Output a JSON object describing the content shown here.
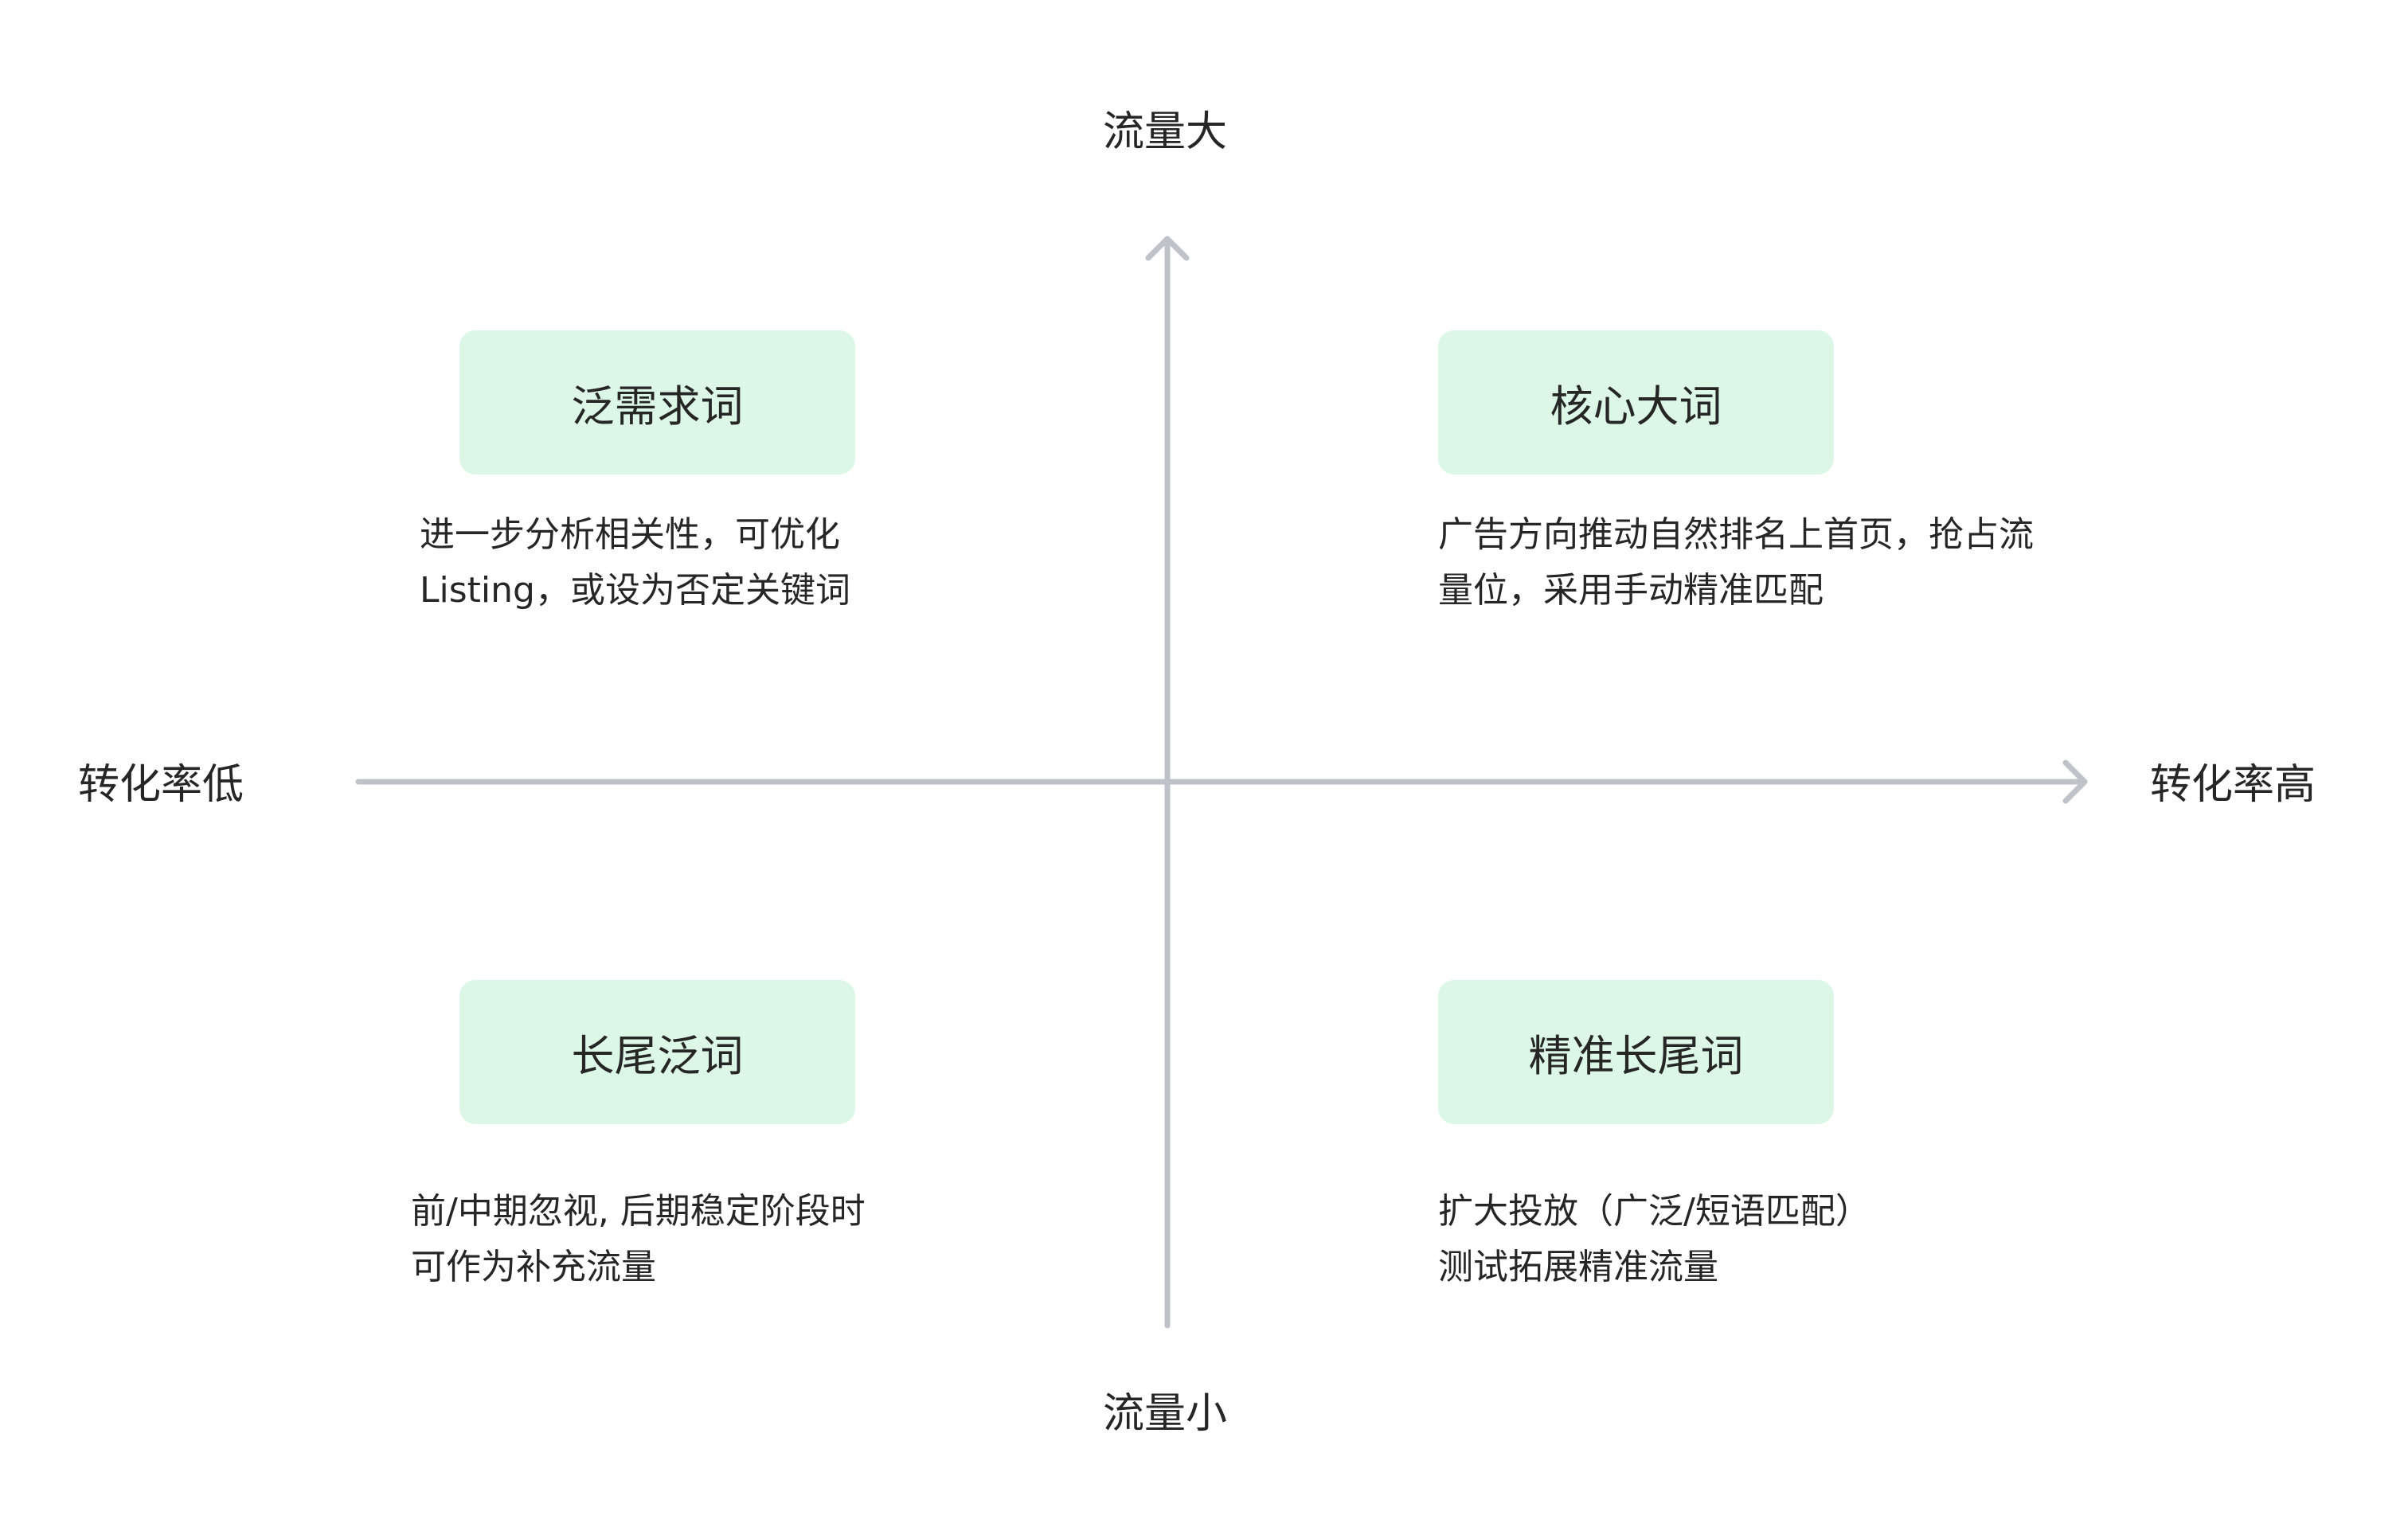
{
  "axes": {
    "top_label": "流量大",
    "bottom_label": "流量小",
    "left_label": "转化率低",
    "right_label": "转化率高"
  },
  "quadrants": {
    "top_left": {
      "title": "泛需求词",
      "desc_line1": "进一步分析相关性，可优化",
      "desc_line2": "Listing，或设为否定关键词"
    },
    "top_right": {
      "title": "核心大词",
      "desc_line1": "广告方向推动自然排名上首页，抢占流",
      "desc_line2": "量位，采用手动精准匹配"
    },
    "bottom_left": {
      "title": "长尾泛词",
      "desc_line1": "前/中期忽视, 后期稳定阶段时",
      "desc_line2": "可作为补充流量"
    },
    "bottom_right": {
      "title": "精准长尾词",
      "desc_line1": "扩大投放（广泛/短语匹配）",
      "desc_line2": "测试拓展精准流量"
    }
  },
  "colors": {
    "box_fill": "#dcf7e6",
    "axis": "#bfc2c8",
    "text": "#262626"
  }
}
